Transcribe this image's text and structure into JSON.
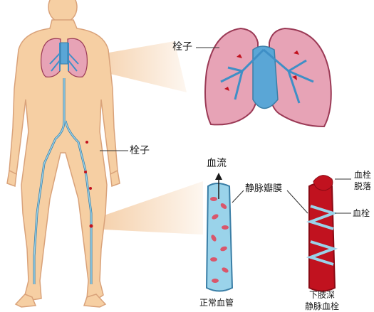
{
  "labels": {
    "lung_embolus": "栓子",
    "leg_embolus": "栓子",
    "blood_flow": "血流",
    "venous_valve": "静脉瓣膜",
    "clot_detach": "血栓\n脱落",
    "clot": "血栓",
    "normal_vessel": "正常血管",
    "dvt": "下肢深\n静脉血栓"
  },
  "colors": {
    "skin": "#f6cfa3",
    "skin_outline": "#d9a27a",
    "lung": "#e7a3b6",
    "lung_outline": "#9b3a56",
    "airway": "#3f8fc6",
    "vessel_blue": "#9ad3ea",
    "vessel_outline": "#3a7ea6",
    "blood_red": "#c1121f",
    "rbc": "#d9566b"
  }
}
